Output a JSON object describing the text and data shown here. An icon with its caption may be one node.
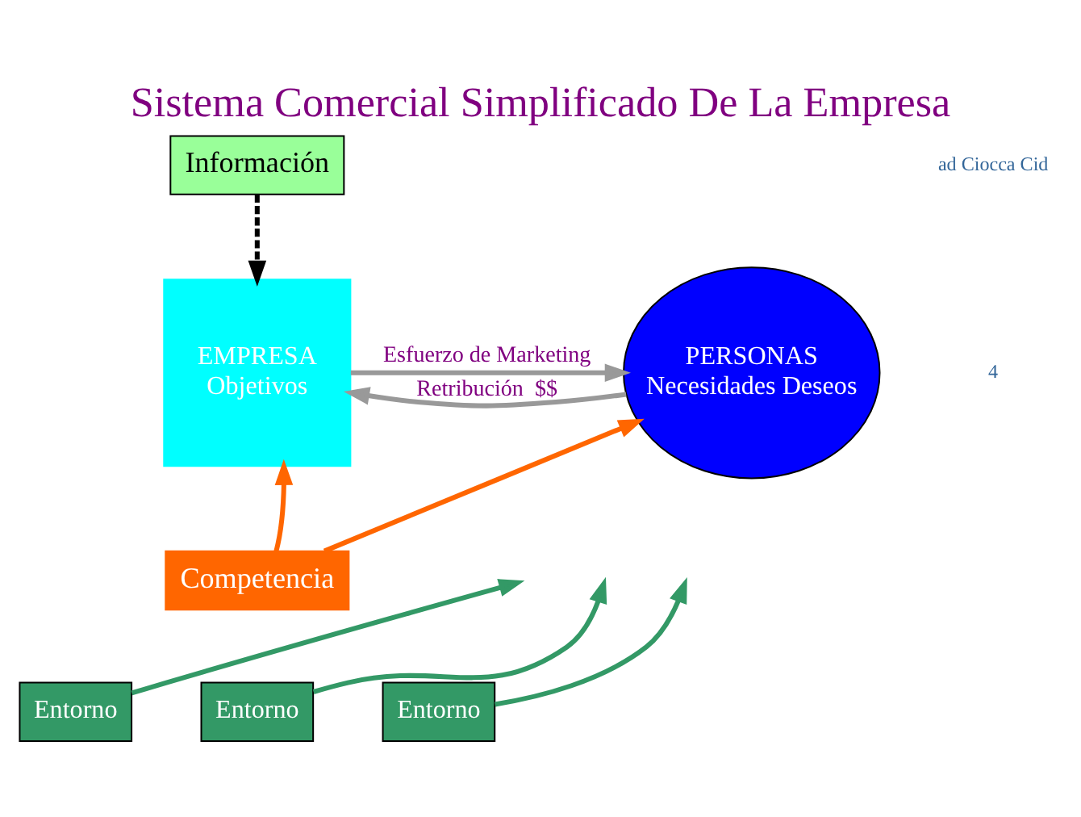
{
  "diagram": {
    "title": "Sistema Comercial Simplificado De La Empresa",
    "nodes": [
      {
        "text": [
          "Información"
        ]
      },
      {
        "text": [
          "EMPRESA",
          "Objetivos"
        ]
      },
      {
        "text": [
          "PERSONAS",
          "Necesidades Deseos"
        ]
      },
      {
        "text": [
          "Competencia"
        ]
      },
      {
        "text": [
          "Entorno"
        ]
      },
      {
        "text": [
          "Entorno"
        ]
      },
      {
        "text": [
          "Entorno"
        ]
      }
    ],
    "edges": [
      {
        "from": 0,
        "to": 1,
        "arrow": "to",
        "style": "dashed",
        "color": "#000000"
      },
      {
        "from": 1,
        "to": 2,
        "arrow": "to",
        "label": "Esfuerzo de Marketing",
        "color": "#999999"
      },
      {
        "from": 2,
        "to": 1,
        "arrow": "to",
        "label": "Retribución  $$",
        "color": "#999999"
      },
      {
        "from": 3,
        "to": 1,
        "arrow": "to",
        "color": "#ff6600"
      },
      {
        "from": 3,
        "to": 2,
        "arrow": "to",
        "color": "#ff6600"
      },
      {
        "from": 4,
        "to": null,
        "arrow": "to",
        "color": "#339966"
      },
      {
        "from": 5,
        "to": null,
        "arrow": "to",
        "color": "#339966"
      },
      {
        "from": 6,
        "to": null,
        "arrow": "to",
        "color": "#339966"
      }
    ],
    "labels": [
      "ad Ciocca Cid",
      "4"
    ]
  }
}
